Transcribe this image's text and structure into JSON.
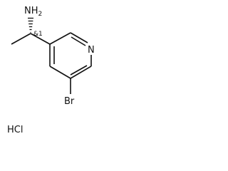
{
  "molecule": {
    "amine_label": "NH2",
    "amine_main": "NH",
    "amine_subscript": "2",
    "stereo_label": "&1",
    "ring_nitrogen_label": "N",
    "bromine_label": "Br",
    "salt_label": "HCl",
    "colors": {
      "bond": "#111111",
      "text": "#111111",
      "background": "#ffffff"
    }
  }
}
